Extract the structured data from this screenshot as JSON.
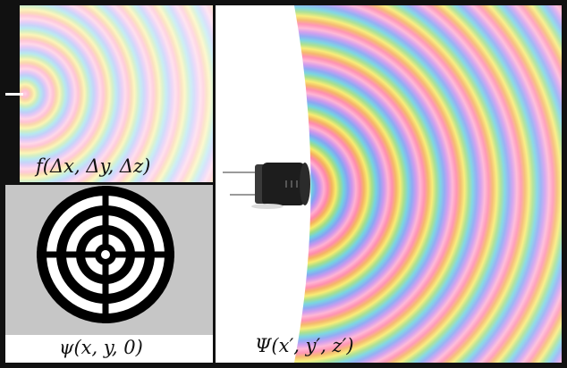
{
  "panels": {
    "kernel": {
      "label": "f(Δx, Δy, Δz)"
    },
    "aperture": {
      "label": "ψ(x, y, 0)"
    },
    "field": {
      "label": "Ψ(x′, y′, z′)"
    }
  },
  "colors": {
    "frame": "#111111",
    "aperture_background": "#c6c6c6",
    "aperture_pattern": "#000000",
    "wave_palette": [
      "#ff9ec8",
      "#ff6e9a",
      "#f2a23a",
      "#f6e64a",
      "#8ed66a",
      "#4fc7d8",
      "#6b8ef0",
      "#c07ce8"
    ]
  },
  "icons": {
    "transducer": "ultrasonic-transducer-icon",
    "point-source": "point-source-icon"
  }
}
